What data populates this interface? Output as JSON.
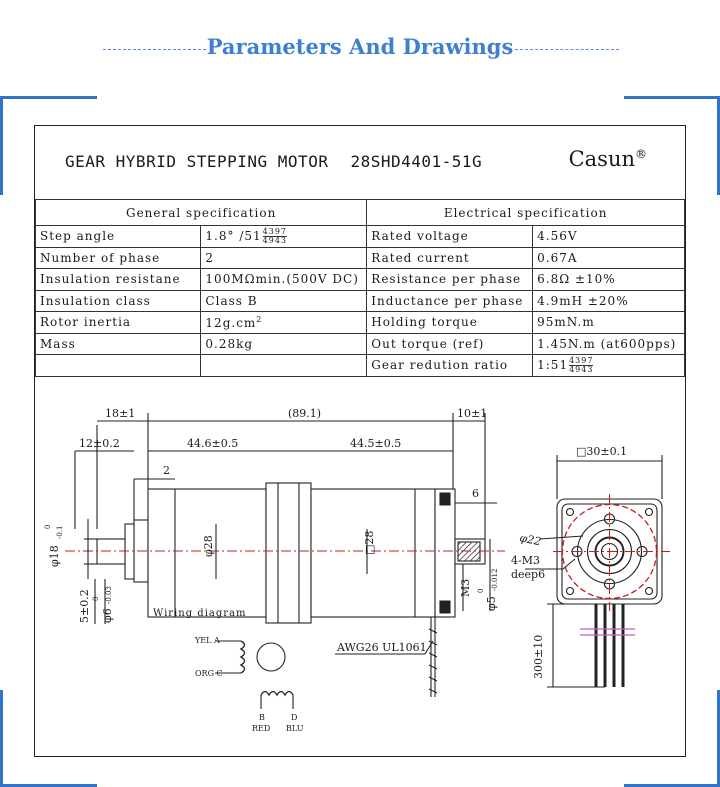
{
  "header": {
    "title": "Parameters And Drawings"
  },
  "sheet": {
    "title": "GEAR HYBRID STEPPING MOTOR",
    "model": "28SHD4401-51G",
    "brand": "Casun",
    "brand_mark": "®"
  },
  "specs": {
    "general_header": "General  specification",
    "electrical_header": "Electrical  specification",
    "general": [
      {
        "label": "Step angle",
        "value": "1.8° /51",
        "frac_num": "4397",
        "frac_den": "4943"
      },
      {
        "label": "Number of phase",
        "value": "2"
      },
      {
        "label": "Insulation resistane",
        "value": "100MΩmin.(500V DC)"
      },
      {
        "label": "Insulation class",
        "value": "Class B"
      },
      {
        "label": "Rotor inertia",
        "value": "12g.cm",
        "sup": "2"
      },
      {
        "label": "Mass",
        "value": "0.28kg"
      },
      {
        "label": "",
        "value": ""
      }
    ],
    "electrical": [
      {
        "label": "Rated voltage",
        "value": "4.56V"
      },
      {
        "label": "Rated current",
        "value": "0.67A"
      },
      {
        "label": "Resistance per phase",
        "value": "6.8Ω ±10%"
      },
      {
        "label": "Inductance per phase",
        "value": "4.9mH ±20%"
      },
      {
        "label": "Holding torque",
        "value": "95mN.m"
      },
      {
        "label": "Out torque (ref)",
        "value": "1.45N.m (at600pps)"
      },
      {
        "label": "Gear redution ratio",
        "value": "1:51",
        "frac_num": "4397",
        "frac_den": "4943"
      }
    ]
  },
  "drawing": {
    "dims": {
      "d18": "18±1",
      "d89": "(89.1)",
      "d10": "10±1",
      "d12": "12±0.2",
      "d446": "44.6±0.5",
      "d445": "44.5±0.5",
      "d2": "2",
      "d6": "6",
      "dia18": "φ18",
      "dia18_tol": "-0.1",
      "dia28": "φ28",
      "sq28": "□28",
      "d5": "5±0.2",
      "dia6": "φ6",
      "dia6_tol": "-0.03",
      "dia5": "φ5",
      "dia5_tol": "-0.012",
      "m3": "M3",
      "sq30": "□30±0.1",
      "dia22": "φ22",
      "m3x4": "4-M3",
      "deep6": "deep6",
      "len300": "300±10",
      "tol_zero": "0"
    },
    "awg": "AWG26 UL1061",
    "wiring_title": "Wiring diagram",
    "wiring": {
      "yel": "YEL A",
      "org": "ORG C",
      "b": "B",
      "d": "D",
      "red": "RED",
      "blu": "BLU"
    }
  }
}
